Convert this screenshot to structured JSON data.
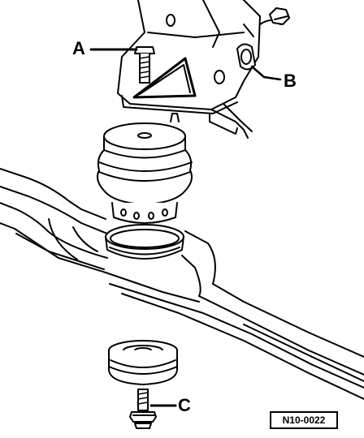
{
  "callouts": {
    "a": "A",
    "b": "B",
    "c": "C"
  },
  "figure_id": "N10-0022",
  "line_color": "#000000",
  "background": "#ffffff"
}
